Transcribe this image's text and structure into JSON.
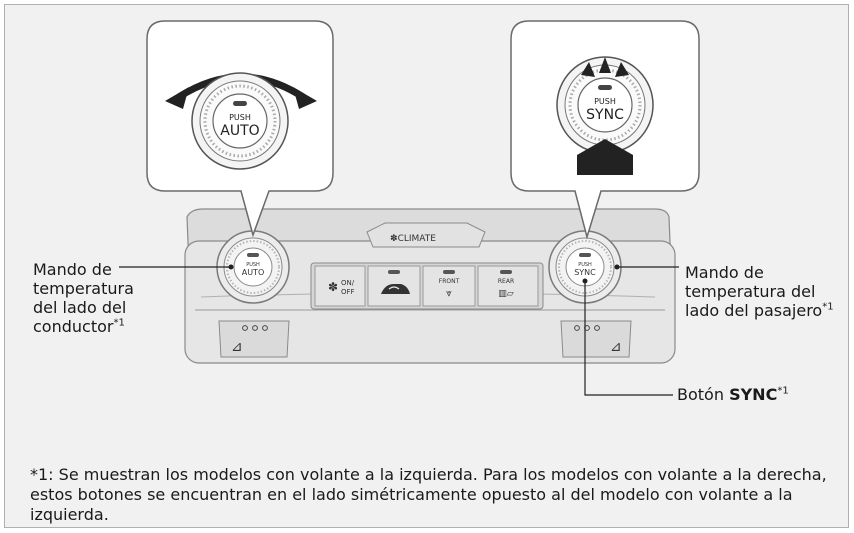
{
  "labels": {
    "driver_knob": [
      "Mando de",
      "temperatura",
      "del lado del",
      "conductor"
    ],
    "driver_knob_note": "*1",
    "passenger_knob": [
      "Mando de",
      "temperatura del",
      "lado del pasajero"
    ],
    "passenger_knob_note": "*1",
    "sync_button_prefix": "Botón ",
    "sync_button_bold": "SYNC",
    "sync_button_note": "*1"
  },
  "panel": {
    "climate_label": "CLIMATE",
    "knob_push": "PUSH",
    "left_knob_text": "AUTO",
    "right_knob_text": "SYNC",
    "btn_on_off": [
      "ON/",
      "OFF"
    ],
    "btn_front": "FRONT",
    "btn_rear": "REAR"
  },
  "zoom": {
    "left_push": "PUSH",
    "left_text": "AUTO",
    "right_push": "PUSH",
    "right_text": "SYNC"
  },
  "footnote": "*1: Se muestran los modelos con volante a la izquierda. Para los modelos con volante a la derecha, estos botones se encuentran en el lado simétricamente opuesto al del modelo con volante a la izquierda."
}
